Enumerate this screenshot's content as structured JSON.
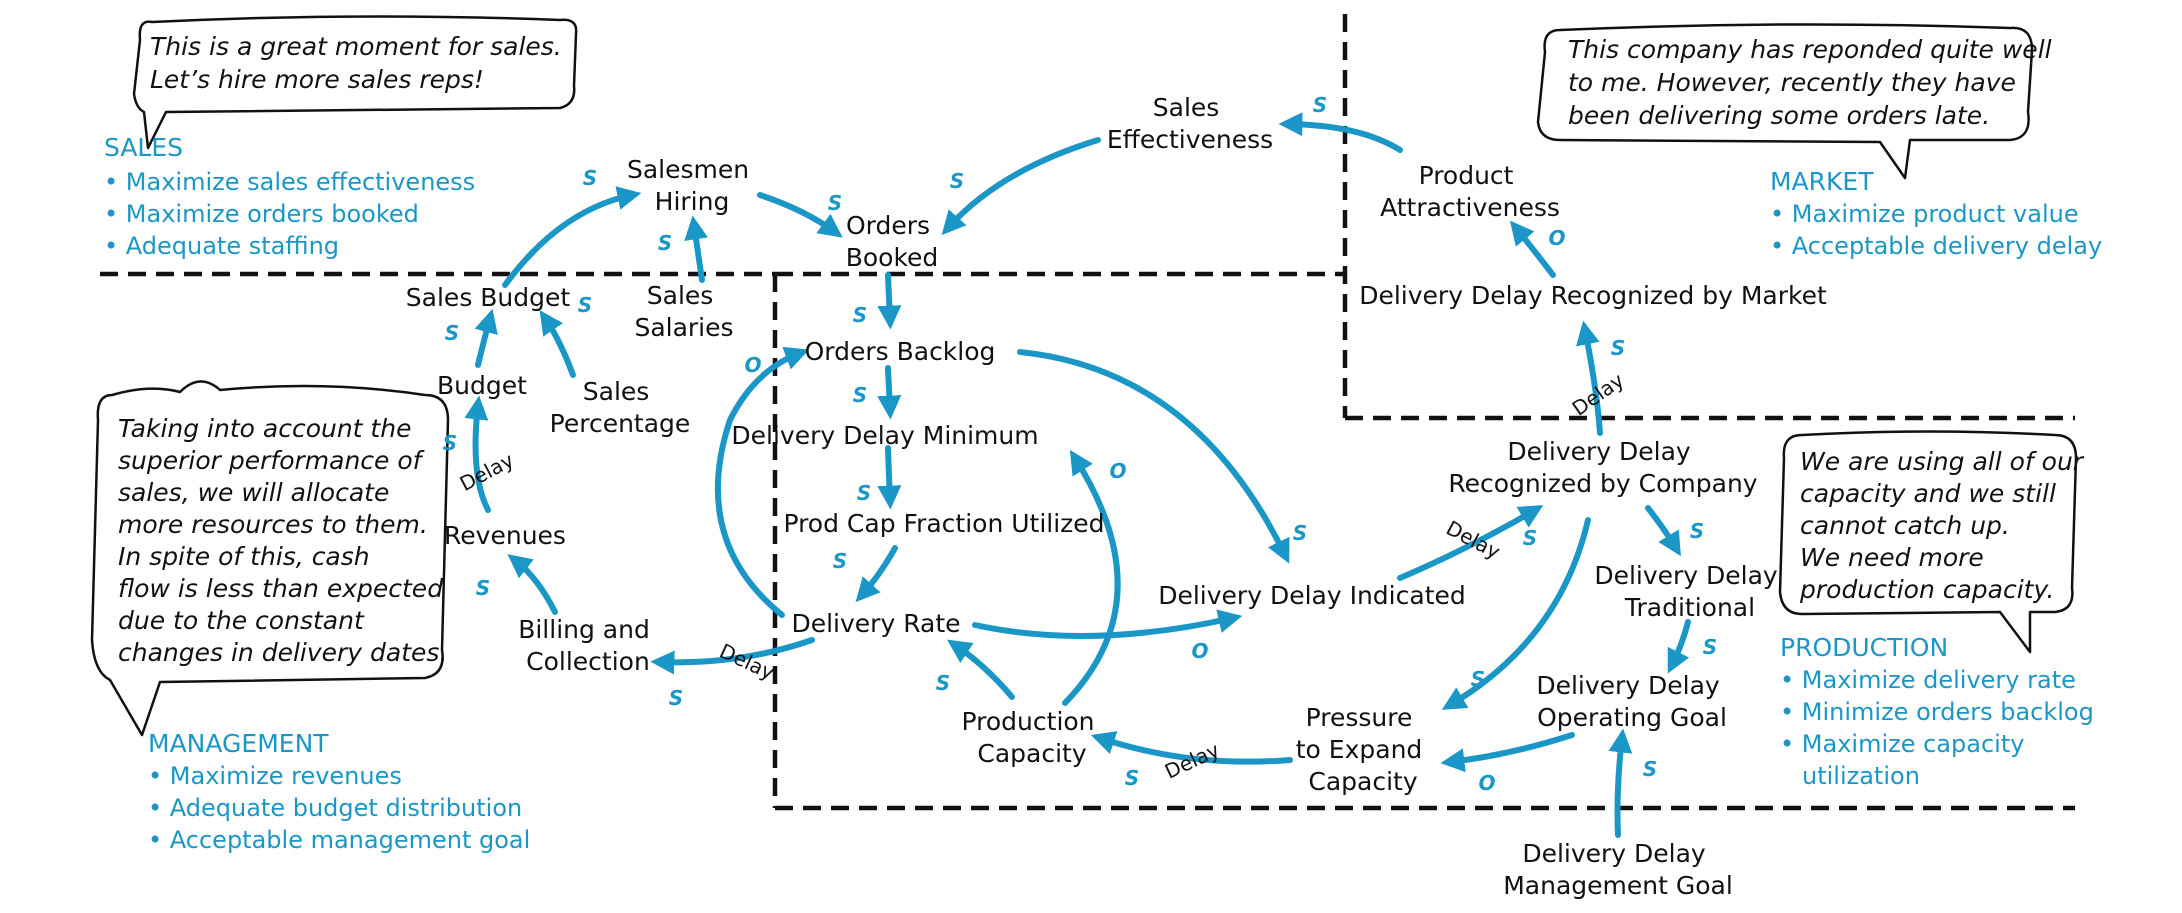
{
  "colors": {
    "accent": "#1a97c6",
    "text": "#111111",
    "divider": "#111111"
  },
  "bubbles": {
    "sales": [
      "This is a great moment for sales.",
      "Let’s hire more sales reps!"
    ],
    "market": [
      "This company has reponded quite well",
      "to me. However, recently they have",
      "been delivering some orders late."
    ],
    "management": [
      "Taking into account the",
      "superior performance of",
      "sales, we will allocate",
      "more resources to them.",
      "In spite of this, cash",
      "flow is less than expected",
      "due to the constant",
      "changes in delivery dates."
    ],
    "production": [
      "We are using all of our",
      "capacity and we still",
      "cannot catch up.",
      "We need more",
      "production capacity."
    ]
  },
  "sections": {
    "sales": {
      "title": "SALES",
      "goals": [
        "• Maximize sales effectiveness",
        "• Maximize orders booked",
        "• Adequate staffing"
      ]
    },
    "market": {
      "title": "MARKET",
      "goals": [
        "• Maximize product value",
        "• Acceptable delivery delay"
      ]
    },
    "management": {
      "title": "MANAGEMENT",
      "goals": [
        "• Maximize revenues",
        "• Adequate budget distribution",
        "• Acceptable management goal"
      ]
    },
    "production": {
      "title": "PRODUCTION",
      "goals": [
        "• Maximize delivery rate",
        "• Minimize orders backlog",
        "• Maximize capacity",
        "utilization"
      ]
    }
  },
  "nodes": {
    "sales_effectiveness": [
      "Sales",
      "Effectiveness"
    ],
    "salesmen_hiring": [
      "Salesmen",
      "Hiring"
    ],
    "orders_booked": [
      "Orders",
      "Booked"
    ],
    "product_attractiveness": [
      "Product",
      "Attractiveness"
    ],
    "sales_budget": [
      "Sales Budget"
    ],
    "sales_salaries": [
      "Sales",
      "Salaries"
    ],
    "orders_backlog": [
      "Orders Backlog"
    ],
    "delivery_delay_recognized_by_market": [
      "Delivery Delay Recognized by Market"
    ],
    "budget": [
      "Budget"
    ],
    "sales_percentage": [
      "Sales",
      "Percentage"
    ],
    "delivery_delay_minimum": [
      "Delivery Delay Minimum"
    ],
    "delivery_delay_recognized_by_company": [
      "Delivery Delay",
      "Recognized by Company"
    ],
    "revenues": [
      "Revenues"
    ],
    "prod_cap_fraction_utilized": [
      "Prod Cap Fraction Utilized"
    ],
    "delivery_delay_traditional": [
      "Delivery Delay",
      "Traditional"
    ],
    "delivery_rate": [
      "Delivery Rate"
    ],
    "delivery_delay_indicated": [
      "Delivery Delay Indicated"
    ],
    "billing_and_collection": [
      "Billing and",
      "Collection"
    ],
    "delivery_delay_operating_goal": [
      "Delivery Delay",
      "Operating Goal"
    ],
    "production_capacity": [
      "Production",
      "Capacity"
    ],
    "pressure_to_expand_capacity": [
      "Pressure",
      "to Expand",
      "Capacity"
    ],
    "delivery_delay_management_goal": [
      "Delivery Delay",
      "Management Goal"
    ]
  },
  "links": [
    {
      "id": "sales-budget-to-salesmen-hiring",
      "polarity": "S"
    },
    {
      "id": "sales-salaries-to-salesmen-hiring",
      "polarity": "S"
    },
    {
      "id": "salesmen-hiring-to-orders-booked",
      "polarity": "S"
    },
    {
      "id": "sales-effectiveness-to-orders-booked",
      "polarity": "S"
    },
    {
      "id": "product-attractiveness-to-sales-effectiveness",
      "polarity": "S"
    },
    {
      "id": "orders-booked-to-orders-backlog",
      "polarity": "S"
    },
    {
      "id": "orders-backlog-to-delivery-delay-minimum",
      "polarity": "S"
    },
    {
      "id": "delivery-delay-minimum-to-prod-cap-fraction",
      "polarity": "S"
    },
    {
      "id": "prod-cap-fraction-to-delivery-rate",
      "polarity": "S"
    },
    {
      "id": "delivery-rate-to-orders-backlog",
      "polarity": "O"
    },
    {
      "id": "orders-backlog-to-delivery-delay-indicated",
      "polarity": "S"
    },
    {
      "id": "delivery-rate-to-delivery-delay-indicated",
      "polarity": "O"
    },
    {
      "id": "production-capacity-to-delivery-delay-minimum",
      "polarity": "O"
    },
    {
      "id": "production-capacity-to-delivery-rate",
      "polarity": "S"
    },
    {
      "id": "delivery-rate-to-billing",
      "polarity": "S",
      "delay": "Delay"
    },
    {
      "id": "billing-to-revenues",
      "polarity": "S"
    },
    {
      "id": "revenues-to-budget",
      "polarity": "S",
      "delay": "Delay"
    },
    {
      "id": "budget-to-sales-budget",
      "polarity": "S"
    },
    {
      "id": "sales-percentage-to-sales-budget",
      "polarity": "S"
    },
    {
      "id": "delivery-delay-indicated-to-recognized-by-company",
      "polarity": "S",
      "delay": "Delay"
    },
    {
      "id": "recognized-by-company-to-recognized-by-market",
      "polarity": "S",
      "delay": "Delay"
    },
    {
      "id": "recognized-by-market-to-product-attractiveness",
      "polarity": "O"
    },
    {
      "id": "recognized-by-company-to-traditional",
      "polarity": "S"
    },
    {
      "id": "traditional-to-operating-goal",
      "polarity": "S"
    },
    {
      "id": "recognized-by-company-to-pressure",
      "polarity": "S"
    },
    {
      "id": "operating-goal-to-pressure",
      "polarity": "O"
    },
    {
      "id": "management-goal-to-operating-goal",
      "polarity": "S"
    },
    {
      "id": "pressure-to-production-capacity",
      "polarity": "S",
      "delay": "Delay"
    }
  ]
}
